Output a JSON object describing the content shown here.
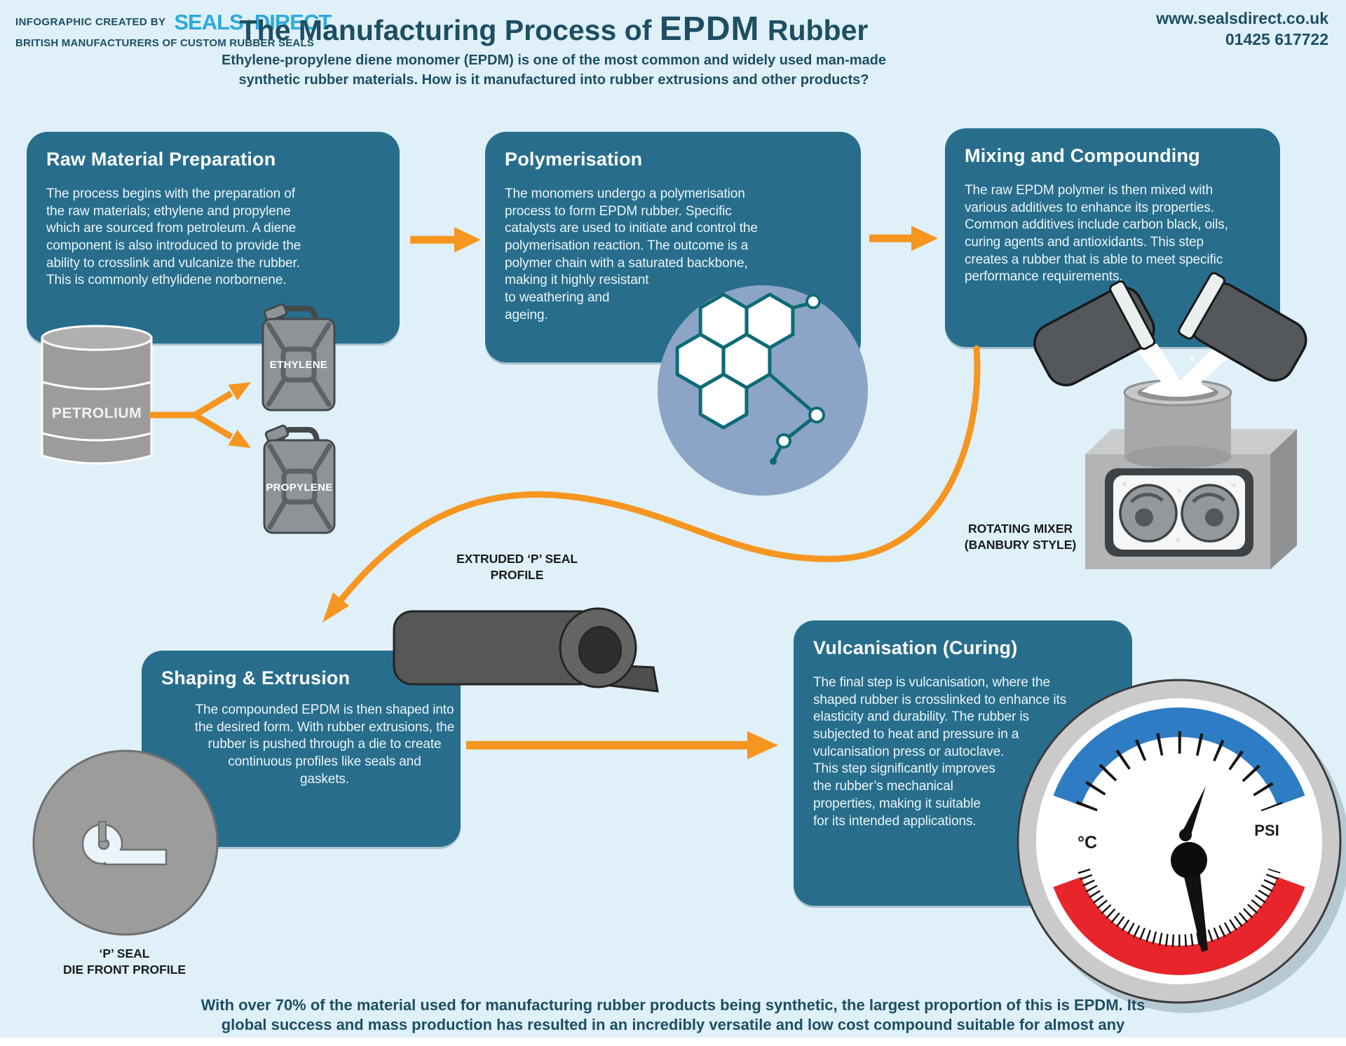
{
  "header": {
    "credit_prefix": "INFOGRAPHIC CREATED BY",
    "brand_seals": "SEALS",
    "brand_plus": "+",
    "brand_direct": "DIRECT",
    "credit_suffix": "BRITISH MANUFACTURERS OF CUSTOM RUBBER SEALS",
    "title_prefix": "The Manufacturing Process of ",
    "title_highlight": "EPDM",
    "title_suffix": " Rubber",
    "website": "www.sealsdirect.co.uk",
    "phone": "01425 617722",
    "intro": "Ethylene-propylene diene monomer (EPDM) is one of the most common and widely used man-made\nsynthetic rubber materials. How is it manufactured into rubber extrusions and other products?"
  },
  "steps": {
    "raw_material": {
      "title": "Raw Material Preparation",
      "body": "The process begins with the preparation of\nthe raw materials; ethylene and propylene\nwhich are sourced from petroleum. A diene\ncomponent is also introduced to provide the\nability to crosslink and vulcanize the rubber.\nThis is commonly ethylidene norbornene."
    },
    "polymerisation": {
      "title": "Polymerisation",
      "body": "The monomers undergo a polymerisation\nprocess to form EPDM rubber. Specific\ncatalysts are used to initiate and control the\npolymerisation reaction. The outcome is a\npolymer chain with a saturated backbone,\nmaking it highly resistant\nto weathering and\nageing."
    },
    "mixing": {
      "title": "Mixing and Compounding",
      "body": "The raw EPDM polymer is then mixed with\nvarious additives to enhance its properties.\nCommon additives include carbon black, oils,\ncuring agents and antioxidants. This step\ncreates a rubber that is able to meet specific\nperformance requirements."
    },
    "shaping": {
      "title": "Shaping & Extrusion",
      "body": "The compounded EPDM is then shaped into\nthe desired form. With rubber extrusions, the\nrubber is pushed through a die to create\ncontinuous profiles like seals and\ngaskets."
    },
    "vulcanisation": {
      "title": "Vulcanisation (Curing)",
      "body": "The final step is vulcanisation, where the\nshaped rubber is crosslinked to enhance its\nelasticity and durability. The rubber is\nsubjected to heat and pressure in a\nvulcanisation press or autoclave.\nThis step significantly improves\nthe rubber’s mechanical\nproperties, making it suitable\nfor its intended applications."
    }
  },
  "labels": {
    "barrel": "PETROLIUM",
    "ethylene": "ETHYLENE",
    "propylene": "PROPYLENE",
    "rotating_mixer": "ROTATING MIXER\n(BANBURY STYLE)",
    "extruded_profile": "EXTRUDED ‘P’ SEAL\nPROFILE",
    "die_profile": "‘P’ SEAL\nDIE FRONT PROFILE",
    "gauge_c": "°C",
    "gauge_psi": "PSI"
  },
  "footer": {
    "text": "With over 70% of the material used for manufacturing rubber products being synthetic, the largest proportion of this is EPDM. Its\nglobal success and mass production has resulted in an incredibly versatile and low cost compound suitable for almost any"
  },
  "colors": {
    "background": "#DFF0F8",
    "panel_teal": "#286E8C",
    "accent_orange": "#F6951F",
    "brand_blue": "#2EA9DE",
    "title_navy": "#1D4E63",
    "molecule_bg": "#8CA5C7",
    "molecule_line": "#0D6B76",
    "gauge_blue": "#2E7CC3",
    "gauge_red": "#E7252A"
  }
}
